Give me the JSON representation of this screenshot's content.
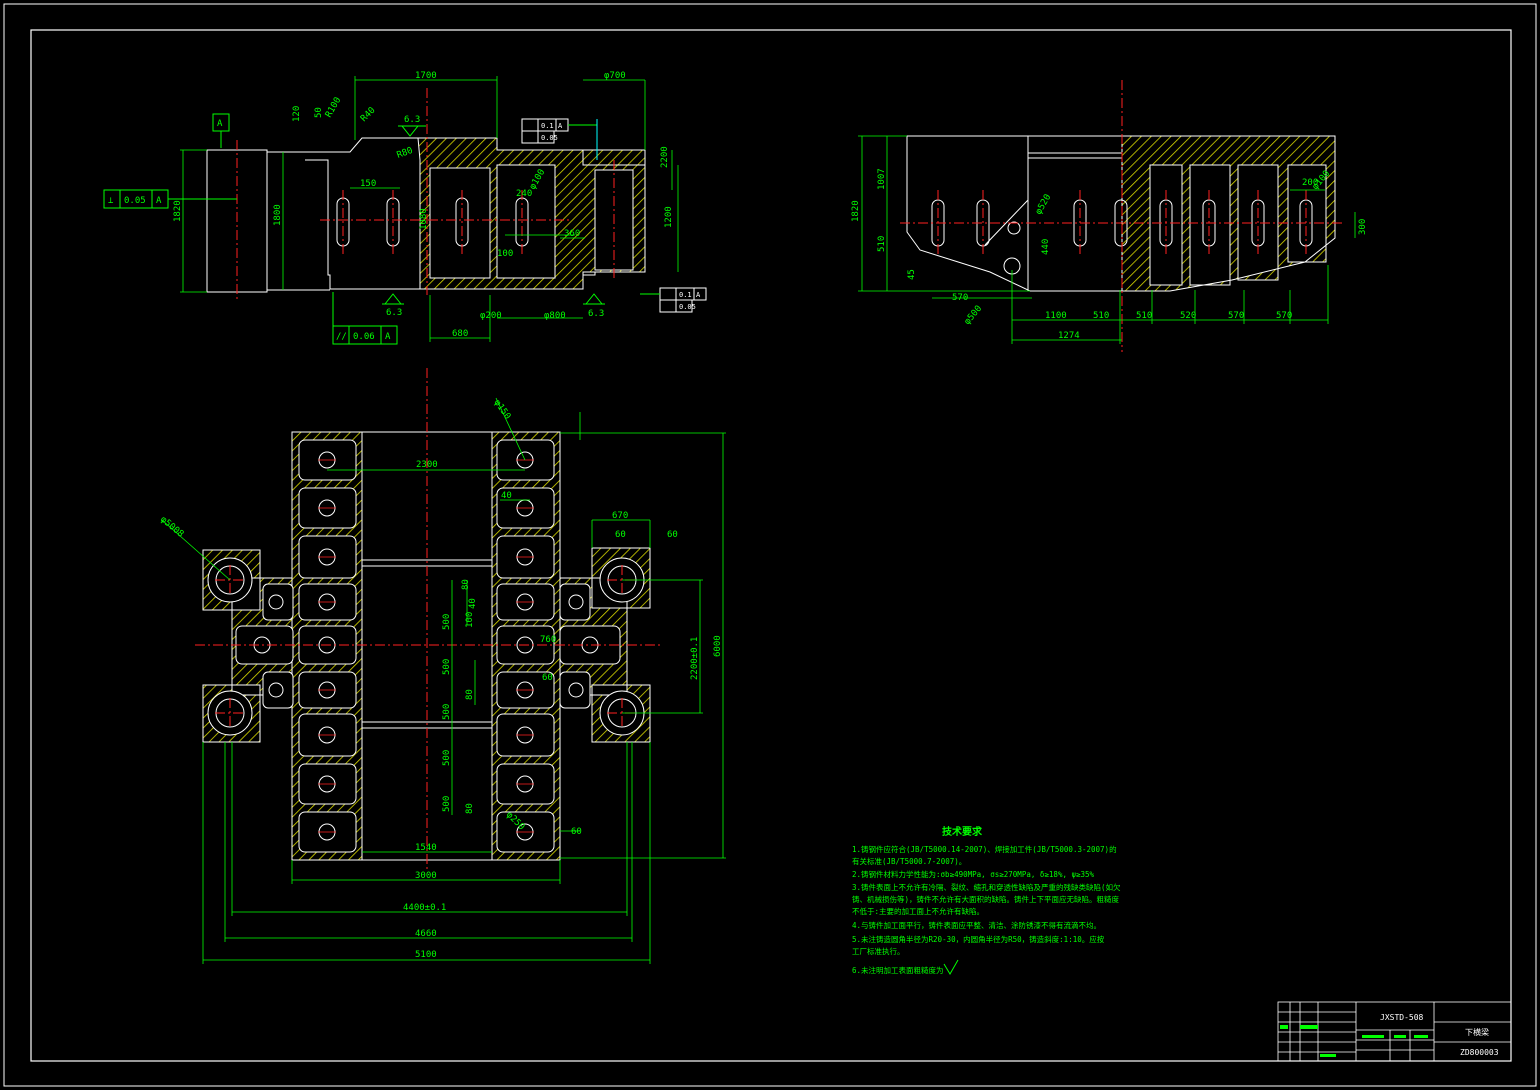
{
  "colors": {
    "background": "#000000",
    "outline": "#ffffff",
    "dimension": "#00ff00",
    "centerline": "#ff2020",
    "hatch": "#e0e000",
    "roughness": "#00ffff"
  },
  "front_view": {
    "datum_label": "A",
    "perp_tol": "0.05",
    "perp_datum": "A",
    "parallel_tol": "0.06",
    "parallel_datum": "A",
    "roughness": [
      "6.3",
      "6.3",
      "6.3"
    ],
    "dims": [
      "1700",
      "φ700",
      "120",
      "50",
      "R100",
      "R40",
      "R80",
      "150",
      "1820",
      "1800",
      "1080",
      "240",
      "φ100",
      "360",
      "2200",
      "1200",
      "100",
      "φ200",
      "φ800",
      "680"
    ],
    "fcf_top": [
      "0.1",
      "A",
      "0.05"
    ],
    "fcf_bottom": [
      "0.1",
      "A",
      "0.05"
    ]
  },
  "side_view": {
    "dims": [
      "1007",
      "1820",
      "510",
      "45",
      "φ520",
      "440",
      "φ100",
      "200",
      "300",
      "570",
      "1100",
      "510",
      "510",
      "520",
      "570",
      "570",
      "1274",
      "φ500"
    ]
  },
  "plan_view": {
    "dims": [
      "φ150",
      "2300",
      "40",
      "670",
      "60",
      "60",
      "φ5008",
      "80",
      "40",
      "500",
      "100",
      "760",
      "500",
      "80",
      "60",
      "2200±0.1",
      "6000",
      "500",
      "500",
      "500",
      "80",
      "φ250",
      "60",
      "1540",
      "3000",
      "4400±0.1",
      "4660",
      "5100"
    ]
  },
  "tech_requirements": {
    "title": "技术要求",
    "items": [
      "1.铸钢件应符合(JB/T5000.14-2007)、焊接加工件(JB/T5000.3-2007)的",
      "  有关标准(JB/T5000.7-2007)。",
      "2.铸钢件材料力学性能为:σb≥490MPa, σs≥270MPa, δ≥18%, ψ≥35%",
      "3.铸件表面上不允许有冷隔、裂纹、缩孔和穿透性缺陷及严重的残缺类缺陷(如欠",
      "  铸、机械损伤等)，铸件不允许有大面积的缺陷。铸件上下平面应无缺陷。粗糙度",
      "  不低于:主要的加工面上不允许有缺陷。",
      "4.与铸件加工面平行，铸件表面应平整、清洁、涂防锈漆不得有流滴不均。",
      "5.未注铸造圆角半径为R20-30，内圆角半径为R50，铸造斜度:1:10。应按",
      "  工厂标准执行。",
      "6.未注明加工表面粗糙度为"
    ]
  },
  "title_block": {
    "code": "JXSTD-508",
    "name": "下横梁",
    "drawing_no": "ZD800003"
  }
}
